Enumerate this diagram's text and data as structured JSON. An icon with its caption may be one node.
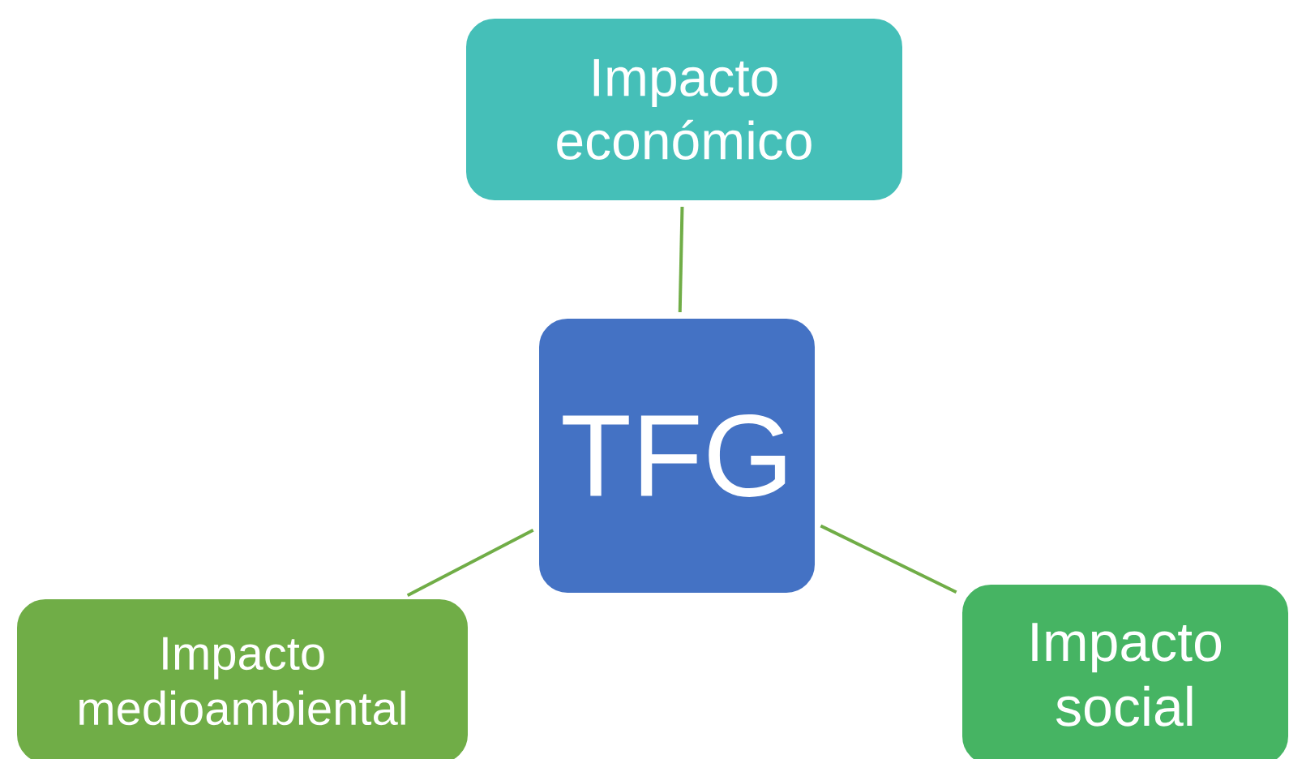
{
  "diagram": {
    "nodes": [
      {
        "text": [
          "TFG"
        ]
      },
      {
        "text": [
          "Impacto económico"
        ]
      },
      {
        "text": [
          "Impacto medioambiental"
        ]
      },
      {
        "text": [
          "Impacto social"
        ]
      }
    ],
    "edges": [
      {
        "from": 0,
        "to": 1,
        "arrow": "none"
      },
      {
        "from": 0,
        "to": 2,
        "arrow": "none"
      },
      {
        "from": 0,
        "to": 3,
        "arrow": "none"
      }
    ]
  }
}
